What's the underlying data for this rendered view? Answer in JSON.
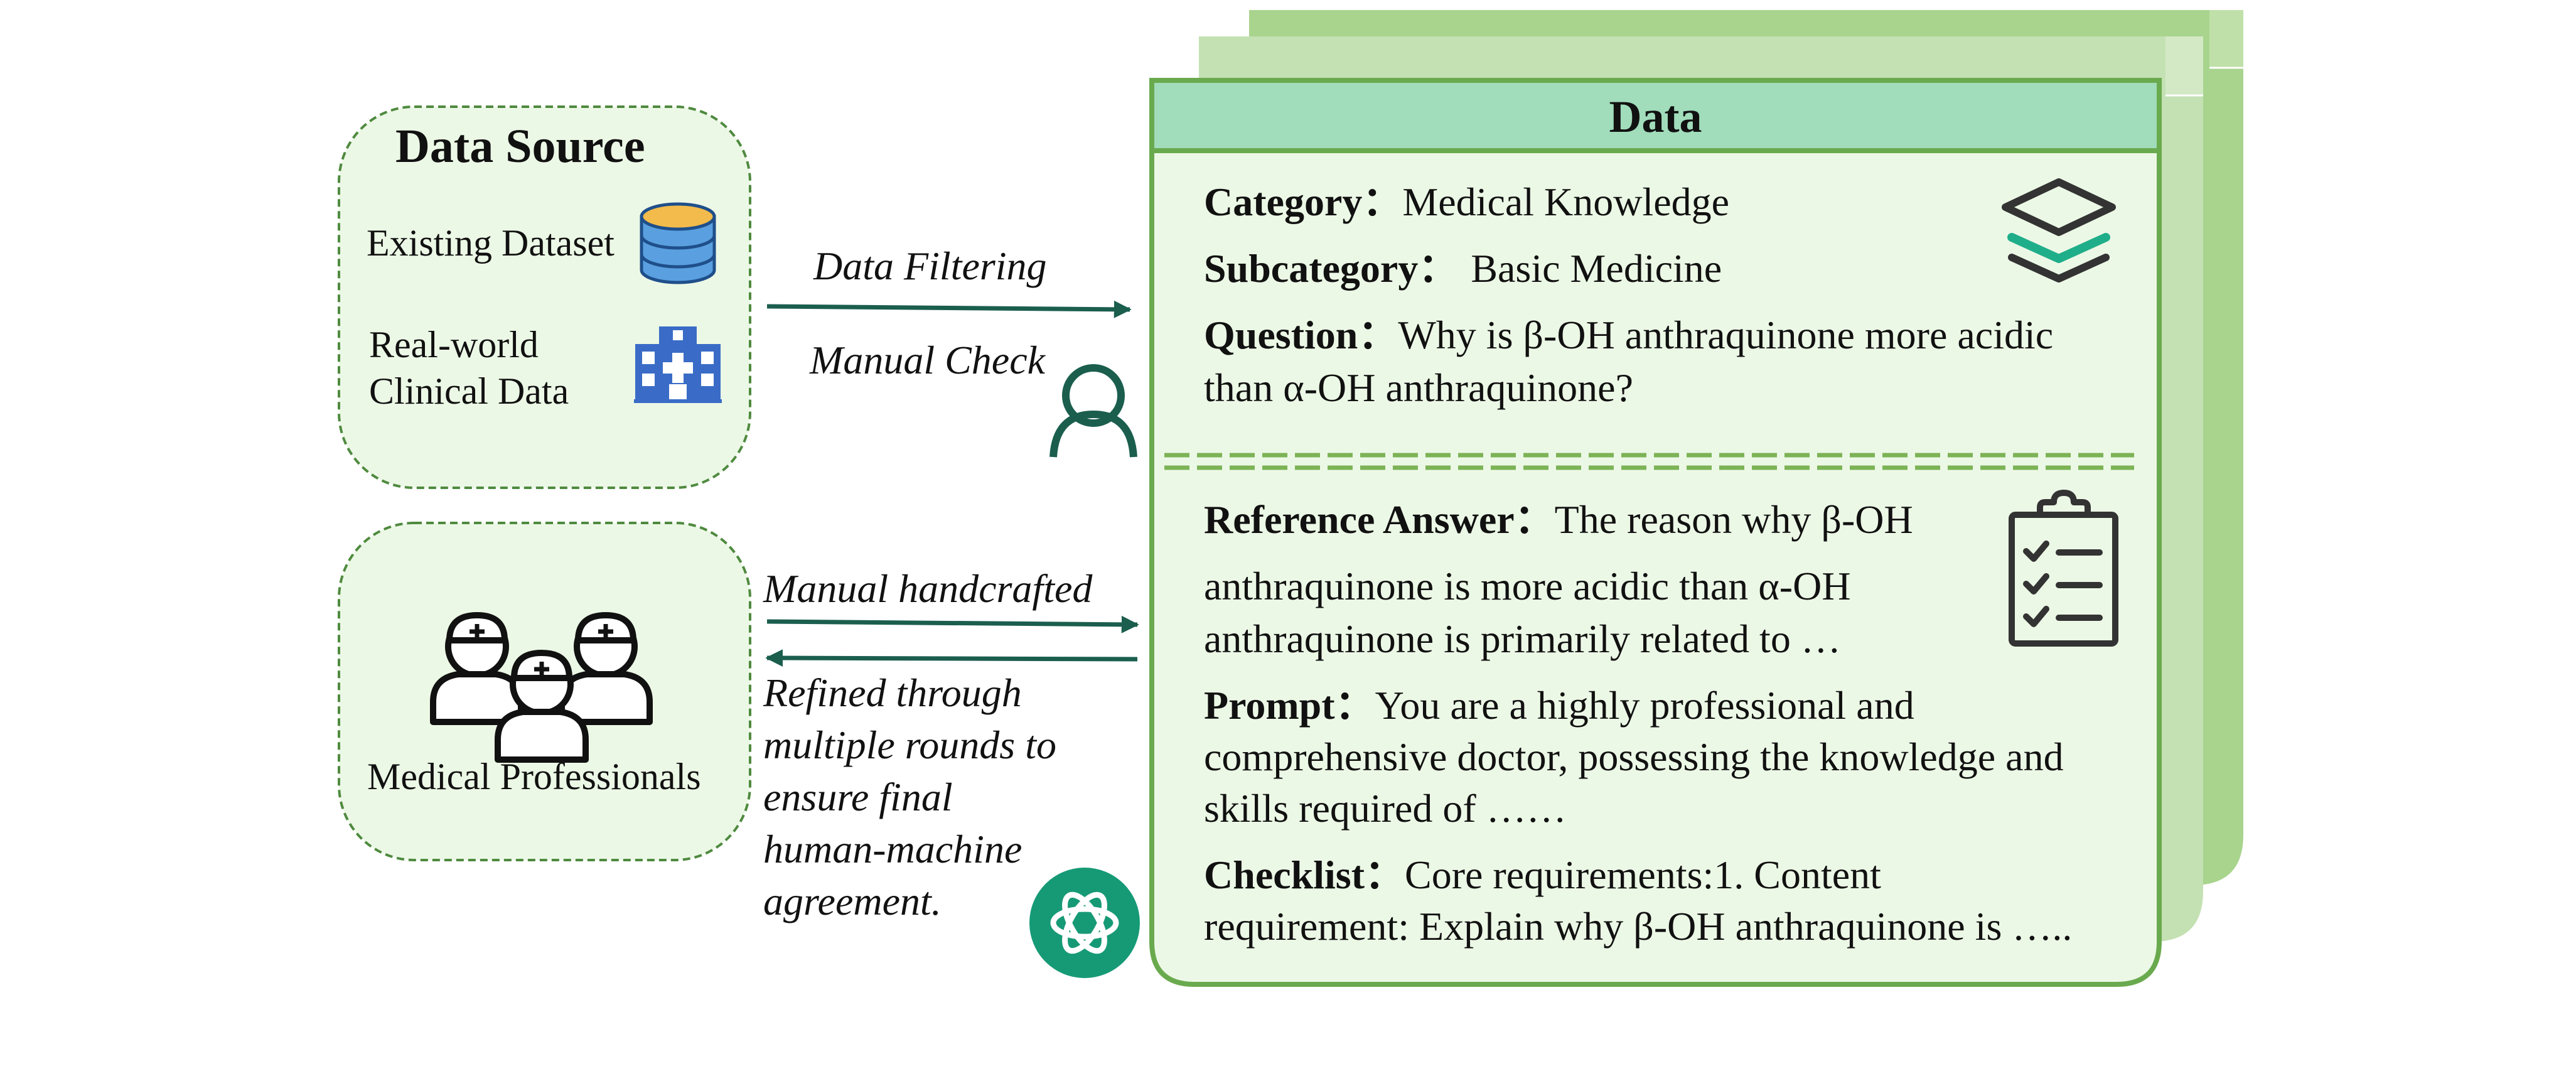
{
  "data_source": {
    "title": "Data Source",
    "existing_dataset": "Existing Dataset",
    "clinical_line1": "Real-world",
    "clinical_line2": "Clinical Data"
  },
  "professionals": {
    "label": "Medical Professionals"
  },
  "arrows": {
    "filtering": "Data Filtering",
    "manual_check": "Manual Check",
    "handcrafted": "Manual handcrafted",
    "refined_lines": [
      "Refined through",
      "multiple rounds to",
      "ensure final",
      "human-machine",
      "agreement."
    ]
  },
  "card": {
    "title": "Data",
    "category_key": "Category：",
    "category_value": "Medical Knowledge",
    "subcategory_key": "Subcategory：",
    "subcategory_value": "Basic Medicine",
    "question_key": "Question：",
    "question_line1": "Why is β-OH anthraquinone more acidic",
    "question_line2": "than α-OH anthraquinone?",
    "reference_key": "Reference Answer：",
    "reference_line1": "The reason why β-OH",
    "reference_line2": "anthraquinone is more acidic than α-OH",
    "reference_line3": "anthraquinone is primarily related to …",
    "prompt_key": "Prompt：",
    "prompt_line1": "You are a highly professional and",
    "prompt_line2": "comprehensive doctor, possessing the knowledge and",
    "prompt_line3": "skills required of ……",
    "checklist_key": "Checklist：",
    "checklist_line1": "Core requirements:1. Content",
    "checklist_line2": "requirement: Explain why β-OH anthraquinone is ….."
  },
  "icons": {
    "database": "database-icon",
    "hospital": "hospital-icon",
    "doctors": "doctors-icon",
    "person": "person-icon",
    "openai": "openai-logo-icon",
    "layers": "layers-icon",
    "clipboard": "clipboard-checklist-icon"
  },
  "colors": {
    "panel_fill": "#ecf8e6",
    "dashed_border": "#4f8a3f",
    "card_header": "#a1dcbb",
    "card_border": "#6aaa4e",
    "back_card_1": "#c4e1b3",
    "back_card_2": "#a8d48e",
    "arrow": "#1b5e4e",
    "accent_teal": "#1fae8a",
    "database_fill": "#5aa0e0",
    "database_top": "#f2bb4b",
    "hospital_blue": "#3a6cc7",
    "openai_green": "#169a76"
  }
}
